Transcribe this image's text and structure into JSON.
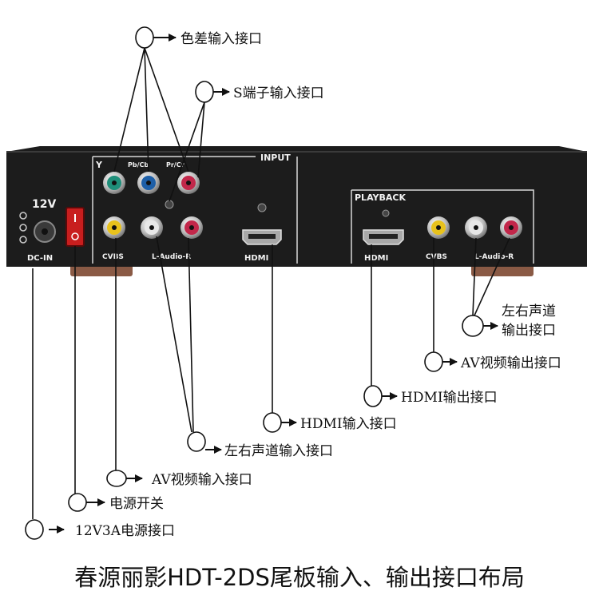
{
  "panel": {
    "input_heading": "INPUT",
    "playback_heading": "PLAYBACK",
    "dc_voltage": "12V",
    "dc_in": "DC-IN",
    "y_label": "Y",
    "pb_label": "Pb/Cb",
    "pr_label": "Pr/Cr",
    "cvbs_in": "CVBS",
    "audio_in": "L-Audio-R",
    "hdmi_in": "HDMI",
    "hdmi_out": "HDMI",
    "cvbs_out": "CVBS",
    "audio_out": "L-Audio-R"
  },
  "callouts": {
    "component_in": "色差输入接口",
    "s_video_in": "S端子输入接口",
    "audio_lr_out_line1": "左右声道",
    "audio_lr_out_line2": "输出接口",
    "av_out": "AV视频输出接口",
    "hdmi_out": "HDMI输出接口",
    "hdmi_in": "HDMI输入接口",
    "audio_lr_in": "左右声道输入接口",
    "av_in": "AV视频输入接口",
    "power_switch": "电源开关",
    "power_jack": "12V3A电源接口"
  },
  "caption": "春源丽影HDT-2DS尾板输入、输出接口布局",
  "colors": {
    "panel": "#1c1c1c",
    "green_jack": "#1f8f7a",
    "blue_jack": "#1d5fa8",
    "red_jack": "#c2274a",
    "yellow_jack": "#e8c21c",
    "white_jack": "#e8e8e8",
    "switch": "#c81e1e",
    "feet": "#8a5a45"
  }
}
